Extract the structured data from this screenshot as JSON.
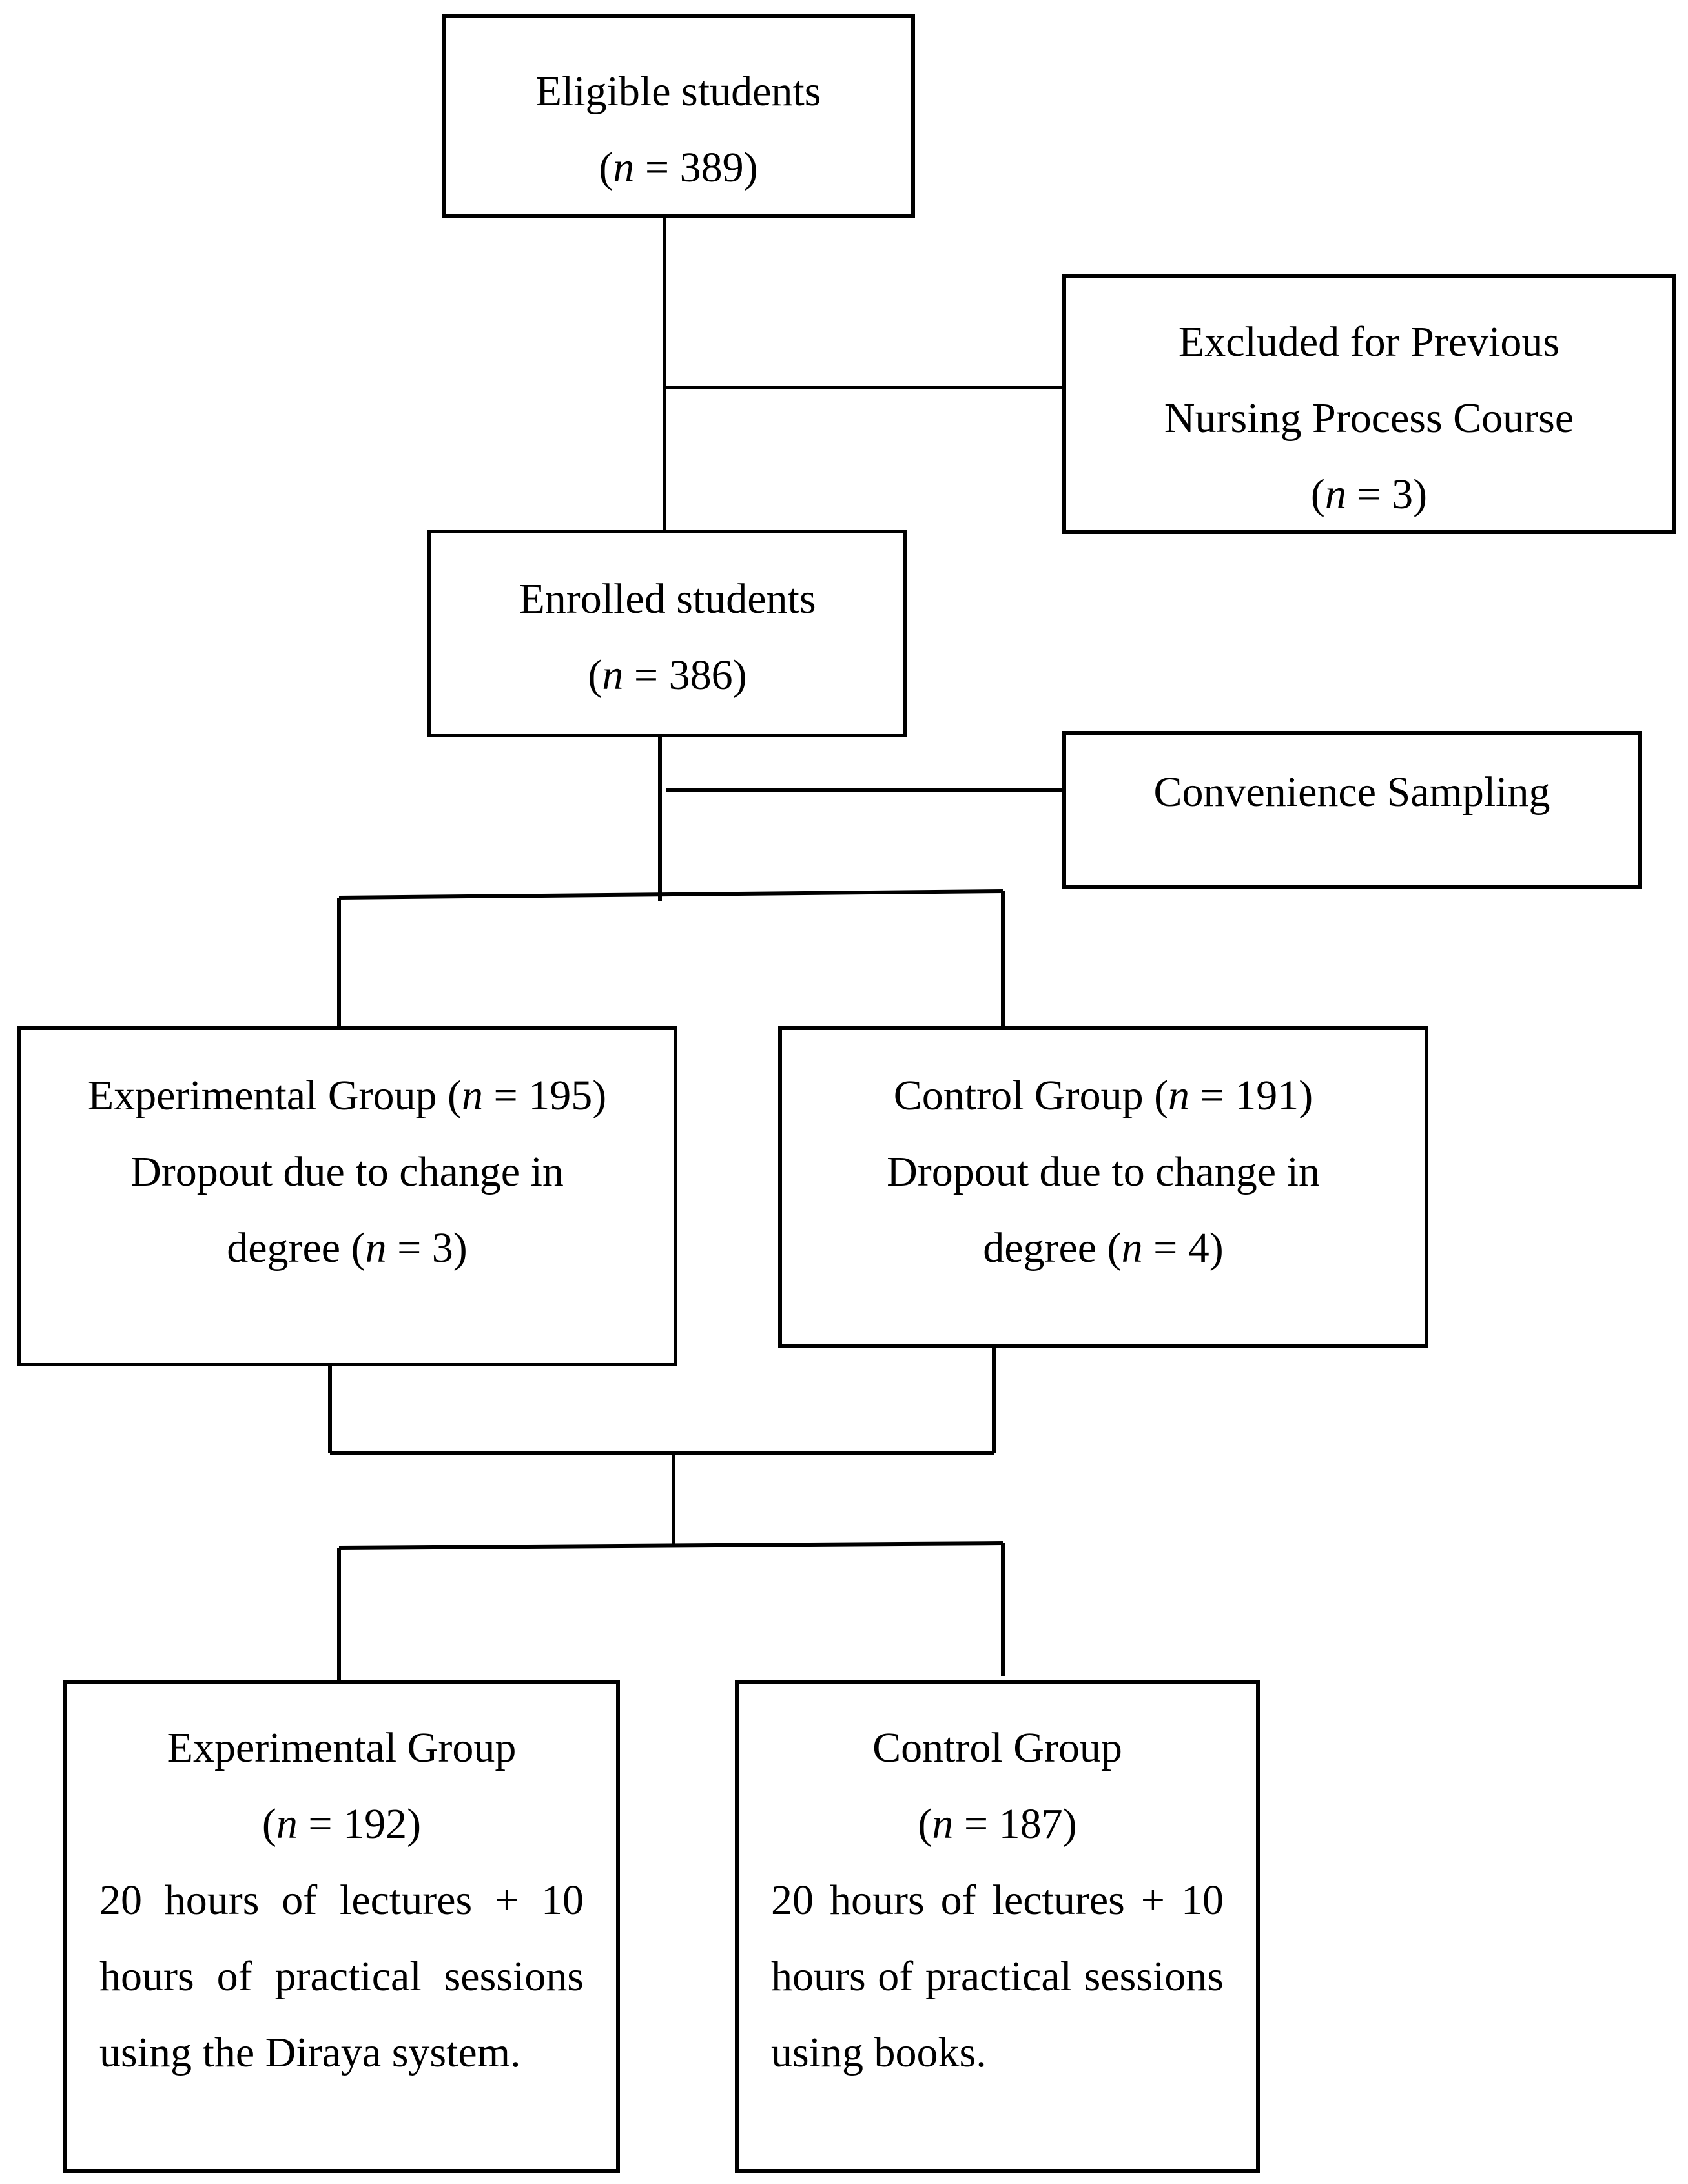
{
  "nodes": {
    "eligible": {
      "title": "Eligible students",
      "n_prefix": "(",
      "n_var": "n",
      "n_rest": " = 389)"
    },
    "excluded": {
      "line1": "Excluded for Previous",
      "line2": "Nursing Process Course",
      "n_prefix": "(",
      "n_var": "n",
      "n_rest": " = 3)"
    },
    "enrolled": {
      "title": "Enrolled students",
      "n_prefix": "(",
      "n_var": "n",
      "n_rest": " = 386)"
    },
    "sampling": {
      "title": "Convenience Sampling"
    },
    "exp_group": {
      "line1_a": "Experimental Group (",
      "line1_var": "n",
      "line1_b": " = 195)",
      "line2": "Dropout due to change in",
      "line3_a": "degree (",
      "line3_var": "n",
      "line3_b": " = 3)"
    },
    "ctrl_group": {
      "line1_a": "Control Group (",
      "line1_var": "n",
      "line1_b": " = 191)",
      "line2": "Dropout due to change in",
      "line3_a": "degree (",
      "line3_var": "n",
      "line3_b": " = 4)"
    },
    "exp_final": {
      "title": "Experimental Group",
      "n_prefix": "(",
      "n_var": "n",
      "n_rest": " = 192)",
      "description": "20 hours of lectures + 10 hours of practical sessions using the Diraya system."
    },
    "ctrl_final": {
      "title": "Control Group",
      "n_prefix": "(",
      "n_var": "n",
      "n_rest": " = 187)",
      "description": "20 hours of lectures + 10 hours of practical sessions using books."
    }
  }
}
